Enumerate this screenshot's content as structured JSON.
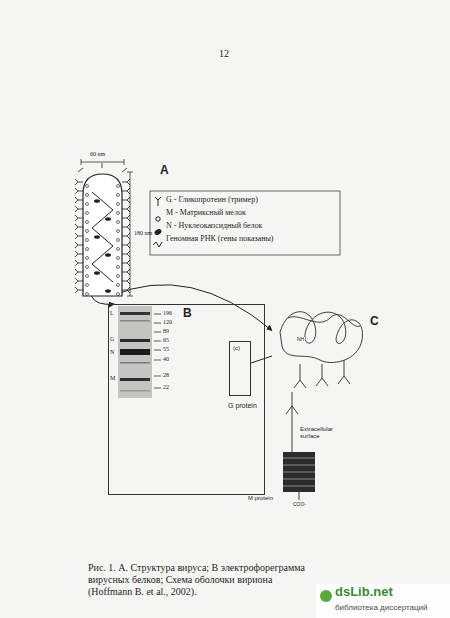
{
  "diagram": {
    "caption": "Рис. 1. А. Структура вируса; В электрофореграмма вирусных белков; Схема оболочки вириона (Hoffmann B. et al., 2002).",
    "nodes": [
      {
        "text": [
          "A"
        ]
      },
      {
        "text": [
          "B"
        ]
      },
      {
        "text": [
          "(c)",
          "G protein"
        ],
        "in": 1
      },
      {
        "text": [
          "C"
        ]
      }
    ],
    "edges": [
      {
        "from": 0,
        "to": 1,
        "arrow": "to"
      },
      {
        "from": 0,
        "to": 3,
        "arrow": "to"
      },
      {
        "from": 2,
        "to": 3,
        "arrow": "none"
      }
    ],
    "labels": [
      "12",
      "60 nm",
      "180 nm",
      "L",
      "G",
      "N",
      "M",
      "196",
      "120",
      "89",
      "65",
      "55",
      "40",
      "28",
      "22",
      "NH",
      "Extracellular surface",
      "M protein",
      "COO-",
      "dsLib.net",
      "библиотека диссертаций"
    ],
    "legend": [
      {
        "text": "G - Гликопротеин (тример)"
      },
      {
        "text": "M - Матриксный мелок"
      },
      {
        "text": "N - Нуклеокапсидный белок"
      },
      {
        "text": "Геномная РНК (гены показаны)"
      }
    ]
  }
}
